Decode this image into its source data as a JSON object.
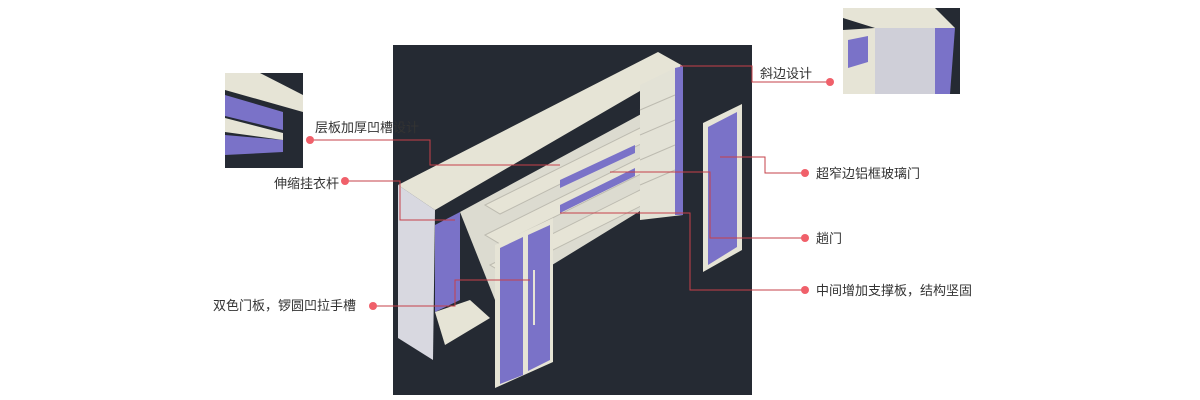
{
  "diagram": {
    "labels": {
      "bevel": "斜边设计",
      "shelf": "层板加厚凹槽设计",
      "rod": "伸缩挂衣杆",
      "glass_door": "超窄边铝框玻璃门",
      "drawer": "趟门",
      "support": "中间增加支撑板，结构坚固",
      "double_door": "双色门板，锣圆凹拉手槽"
    },
    "colors": {
      "background": "#252a33",
      "panel": "#e6e4d6",
      "panel_side": "#cfcfd8",
      "accent": "#7a72c8",
      "leader": "#c6404a",
      "dot": "#f0606a"
    }
  }
}
